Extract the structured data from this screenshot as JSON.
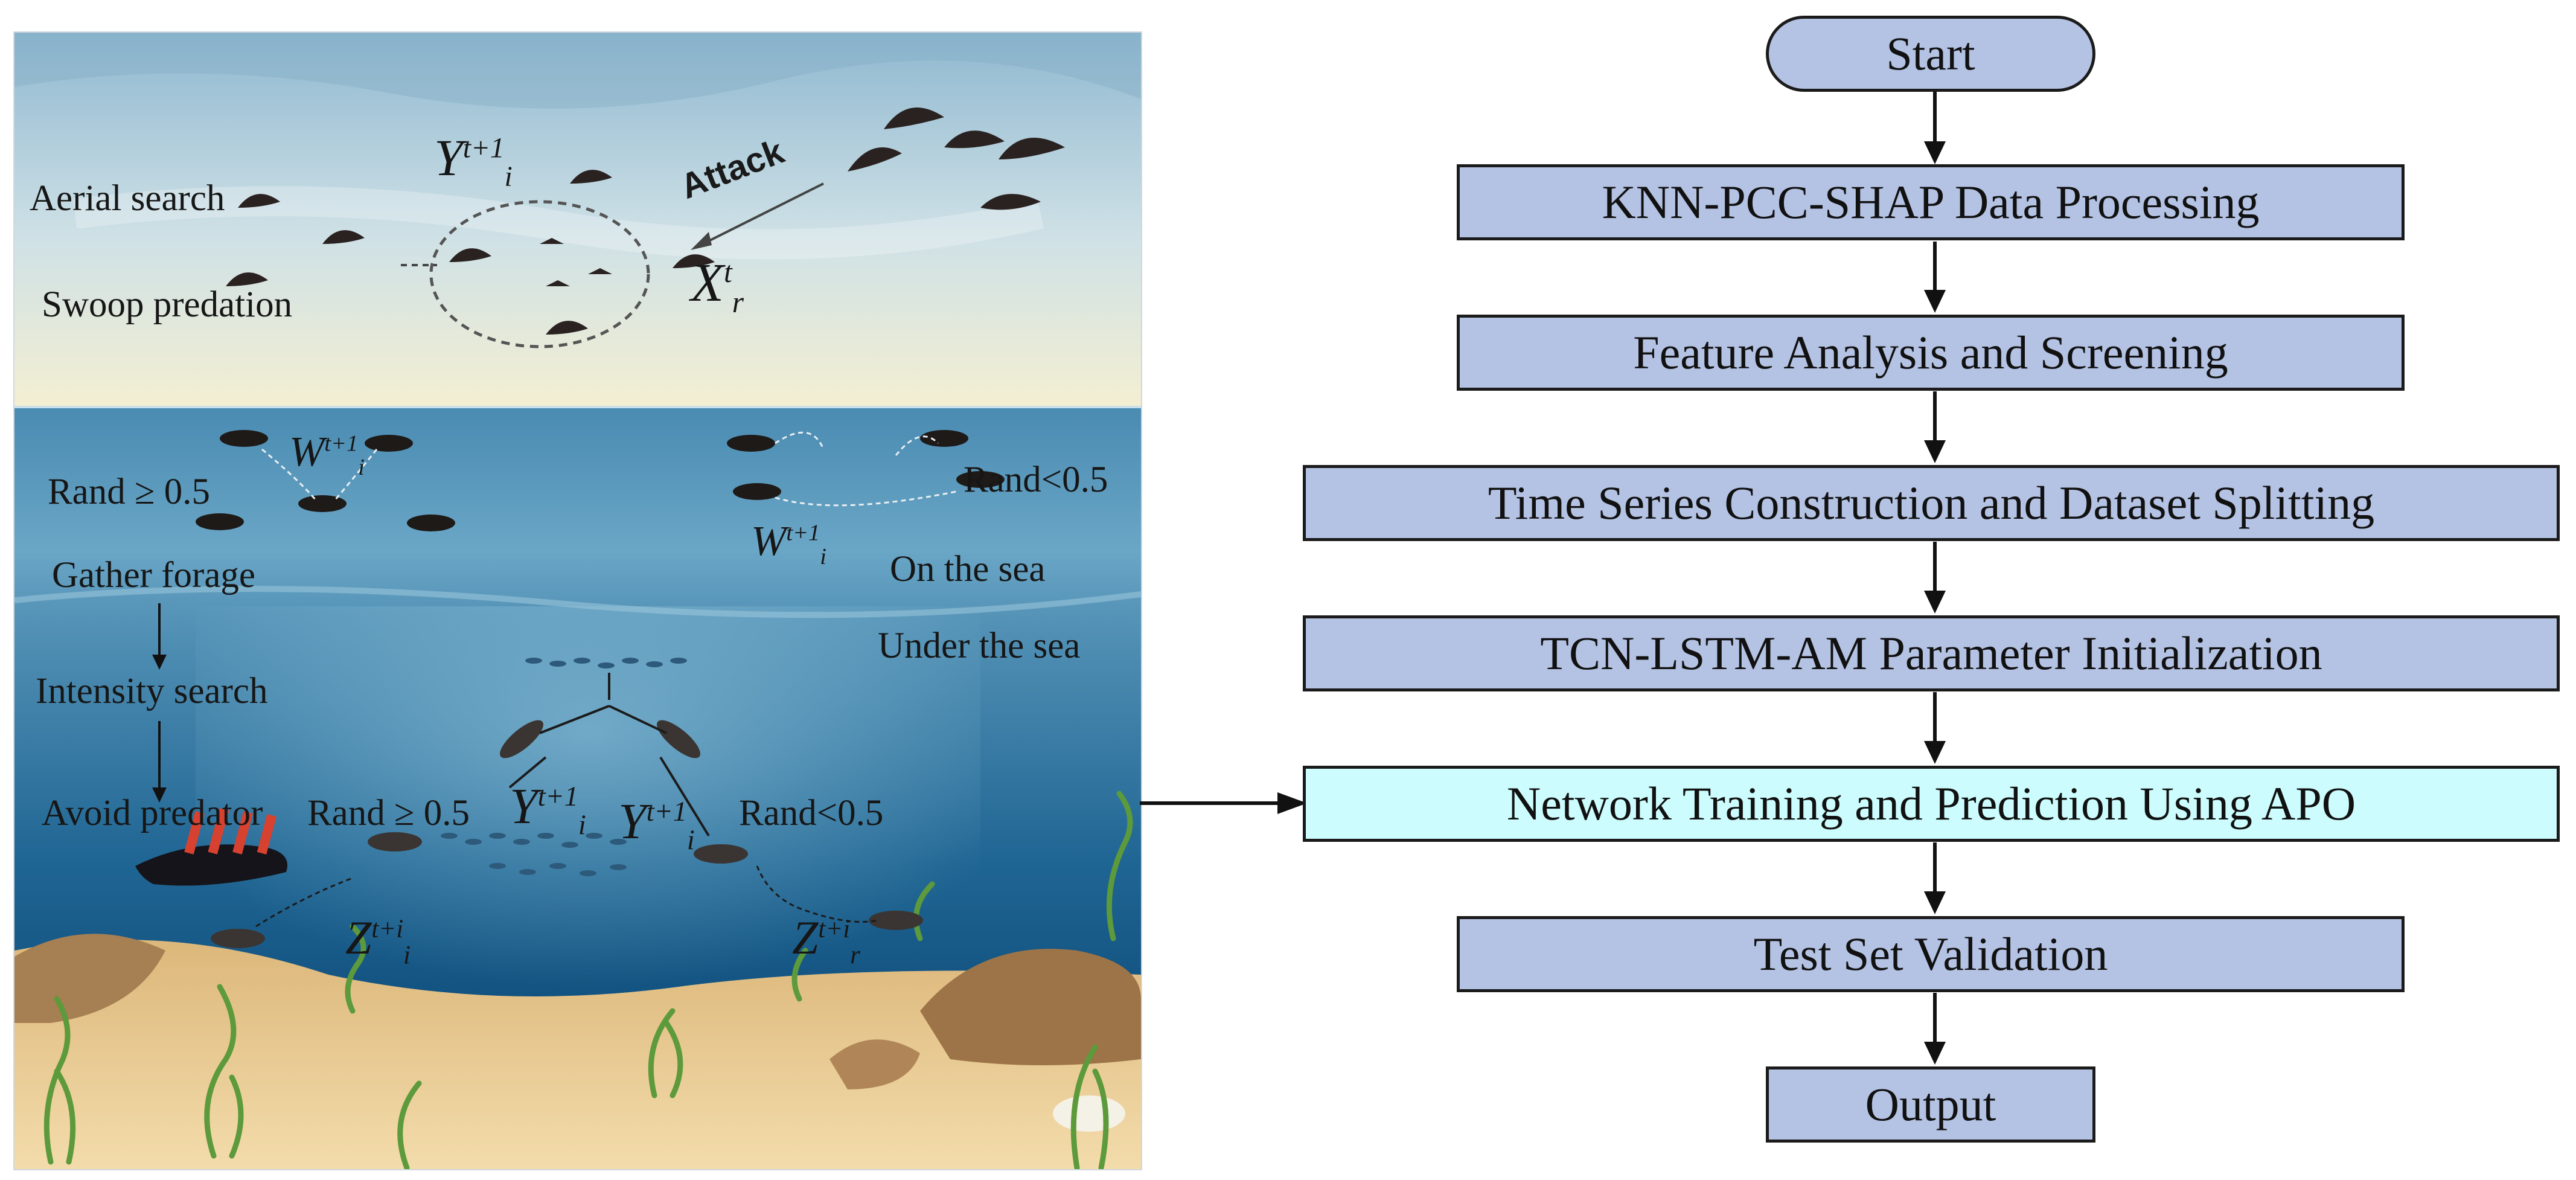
{
  "illustration": {
    "sky_labels": {
      "aerial_search": "Aerial search",
      "swoop_predation": "Swoop predation",
      "attack": "Attack"
    },
    "math": {
      "y_top": {
        "base": "Y",
        "sub": "i",
        "sup": "t+1"
      },
      "x_r": {
        "base": "X",
        "sub": "r",
        "sup": "t"
      },
      "w_left": {
        "base": "W",
        "sub": "i",
        "sup": "t+1"
      },
      "w_right": {
        "base": "W",
        "sub": "i",
        "sup": "t+1"
      },
      "y_left": {
        "base": "Y",
        "sub": "i",
        "sup": "t+1"
      },
      "y_right": {
        "base": "Y",
        "sub": "i",
        "sup": "t+1"
      },
      "z_left": {
        "base": "Z",
        "sub": "i",
        "sup": "t+i"
      },
      "z_right": {
        "base": "Z",
        "sub": "r",
        "sup": "t+i"
      }
    },
    "sea_labels": {
      "rand_ge_top": "Rand ≥ 0.5",
      "rand_lt_top": "Rand<0.5",
      "gather_forage": "Gather forage",
      "on_the_sea": "On the sea",
      "under_the_sea": "Under the sea",
      "intensity_search": "Intensity search",
      "avoid_predator": "Avoid predator",
      "rand_ge_bottom": "Rand ≥ 0.5",
      "rand_lt_bottom": "Rand<0.5"
    },
    "colors": {
      "sky_top": "#8fb8d0",
      "sky_bottom": "#f4efd2",
      "sea_top": "#3f7fa8",
      "sea_deep": "#0f4e7e",
      "sand": "#e9c98d",
      "rock": "#a67f52",
      "kelp": "#5c9a3c"
    }
  },
  "flowchart": {
    "start": "Start",
    "steps": [
      "KNN-PCC-SHAP Data Processing",
      "Feature Analysis and Screening",
      "Time Series Construction and Dataset Splitting",
      "TCN-LSTM-AM Parameter Initialization",
      "Network Training and Prediction Using APO",
      "Test Set Validation"
    ],
    "end": "Output",
    "colors": {
      "box_fill": "#b4c2e3",
      "highlight_fill": "#ccfcfd",
      "border": "#1b1b1b"
    }
  }
}
